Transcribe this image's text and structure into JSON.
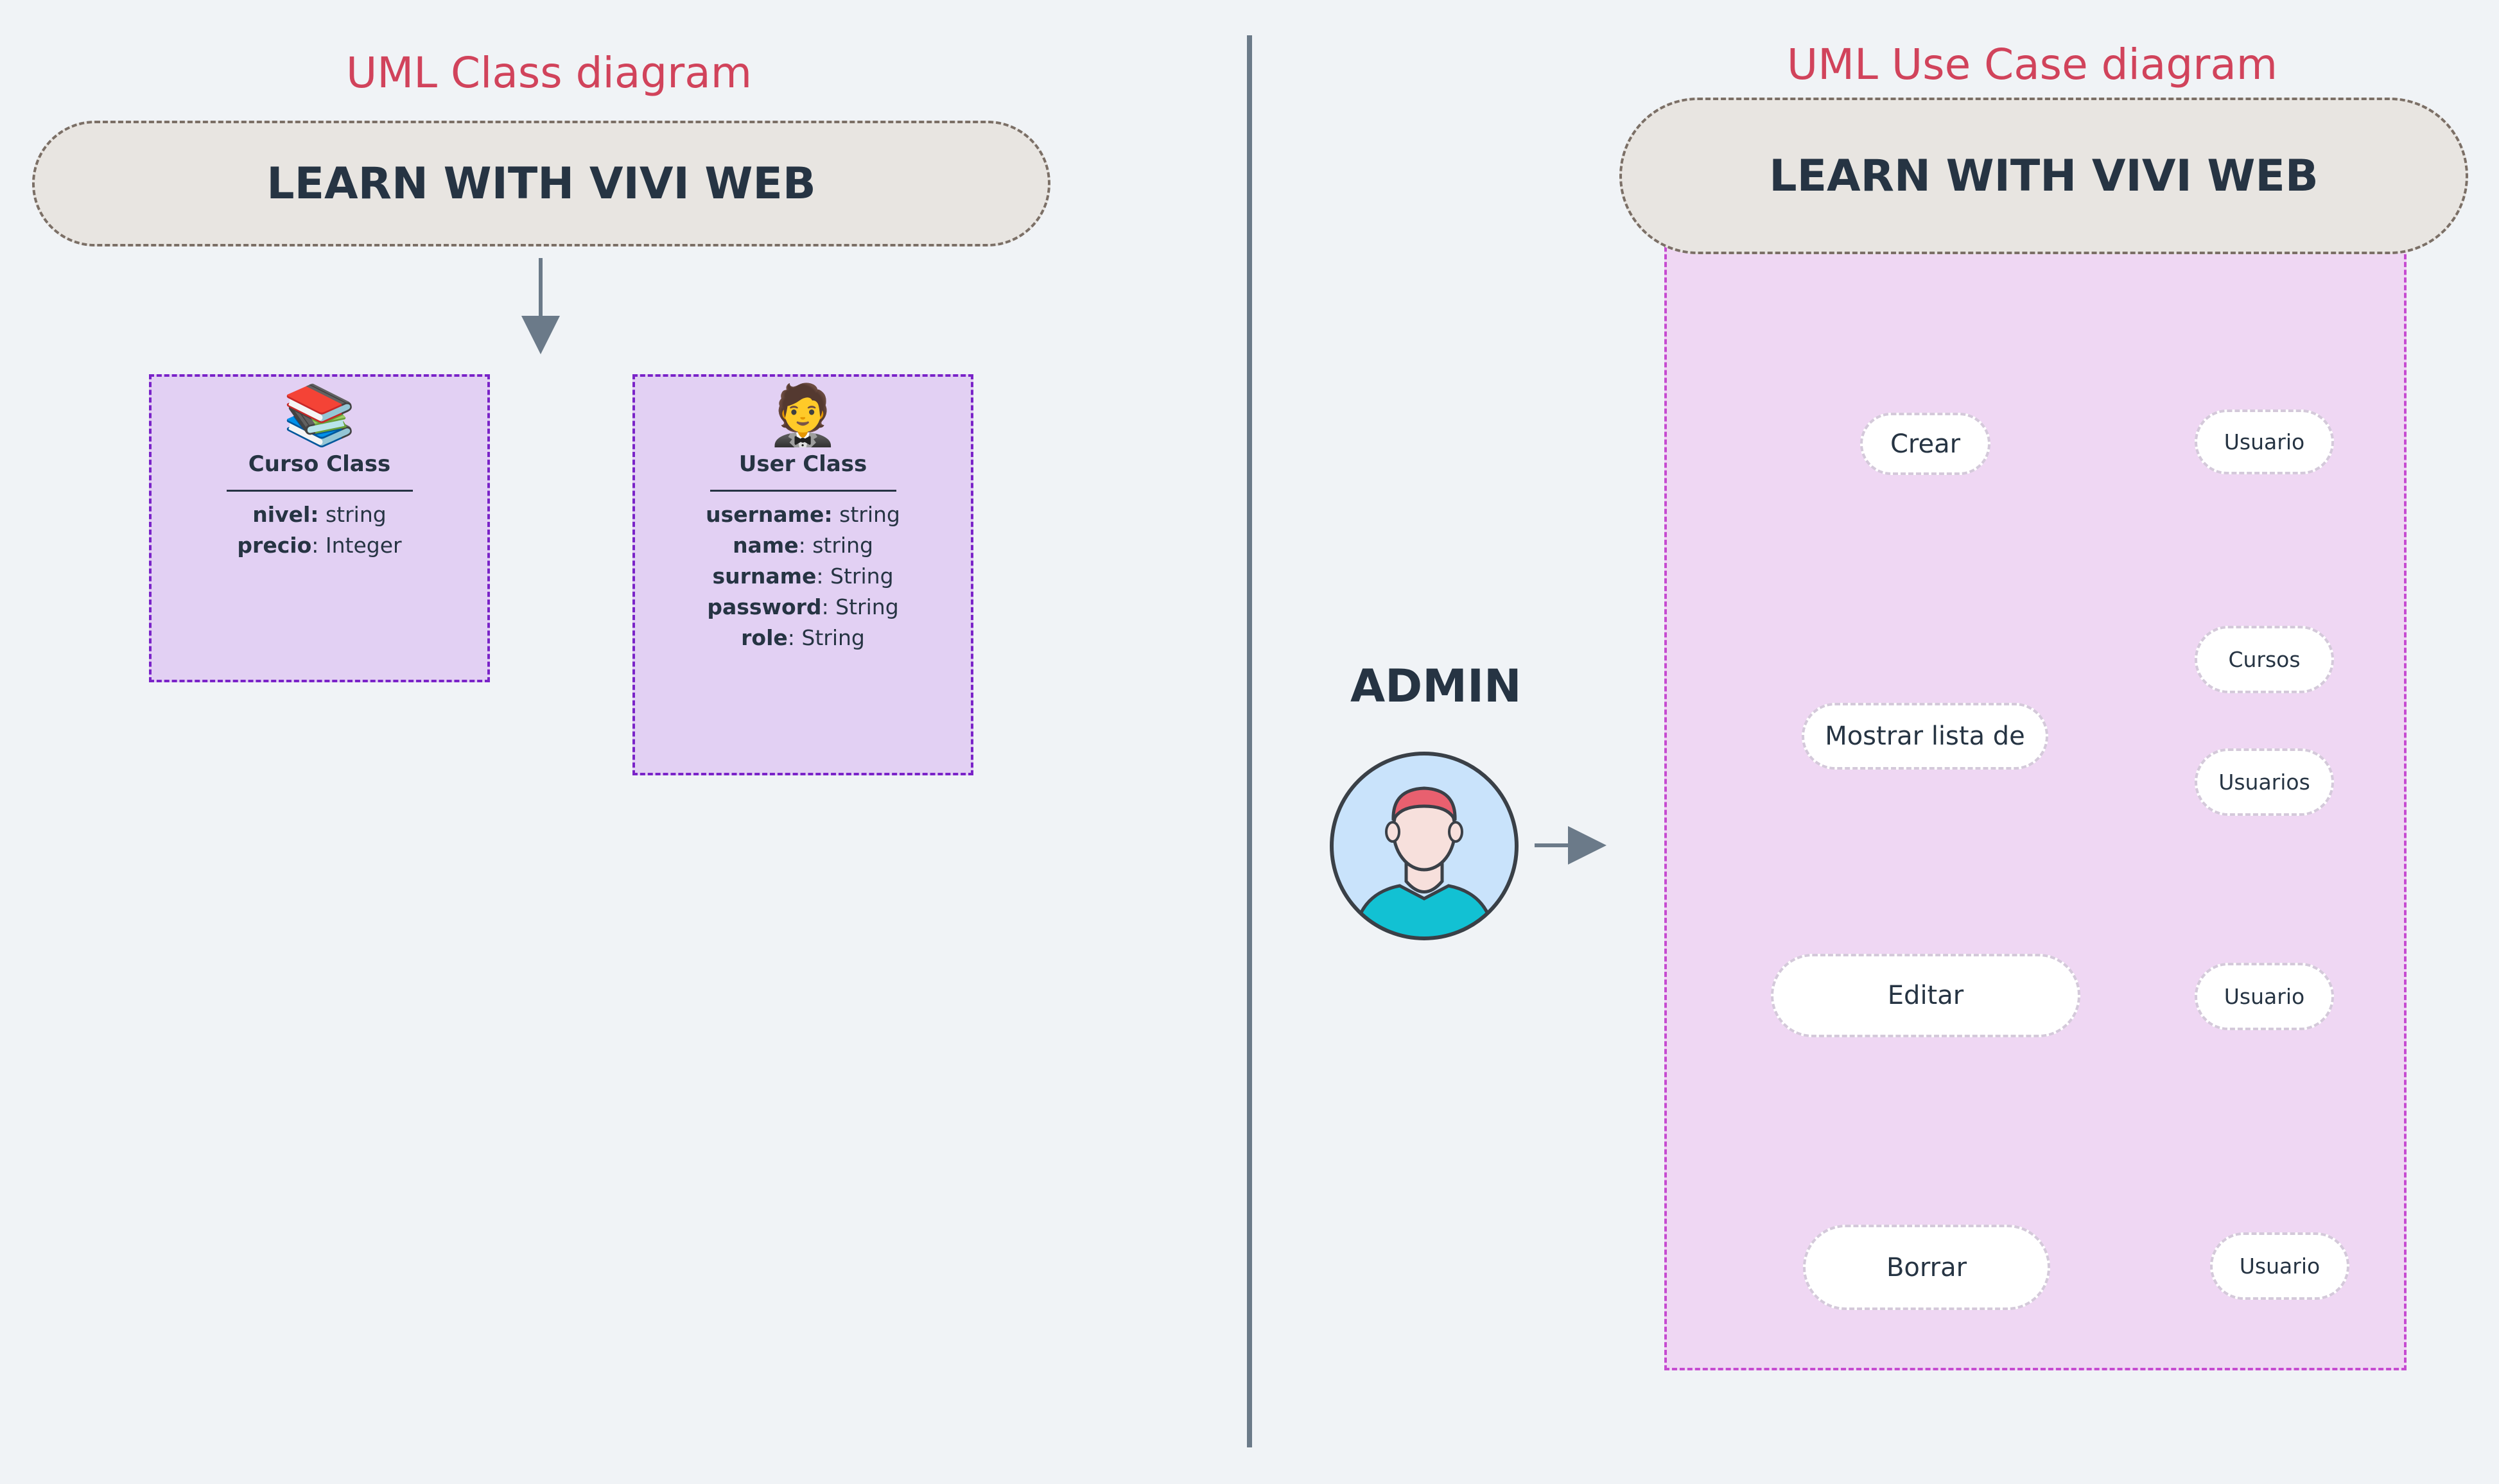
{
  "left": {
    "title": "UML Class diagram",
    "header": "LEARN WITH VIVI WEB",
    "classes": [
      {
        "emoji": "📚",
        "icon": "books-icon",
        "name": "Curso Class",
        "attrs": [
          {
            "name": "nivel:",
            "type": " string"
          },
          {
            "name": "precio",
            "type": ": Integer"
          }
        ]
      },
      {
        "emoji": "🤵",
        "icon": "person-in-tuxedo-icon",
        "name": "User Class",
        "attrs": [
          {
            "name": "username:",
            "type": " string"
          },
          {
            "name": "name",
            "type": ": string"
          },
          {
            "name": "surname",
            "type": ": String"
          },
          {
            "name": "password",
            "type": ": String"
          },
          {
            "name": "role",
            "type": ": String"
          }
        ]
      }
    ]
  },
  "right": {
    "title": "UML Use Case diagram",
    "header": "LEARN WITH VIVI WEB",
    "actor": "ADMIN",
    "use_cases": {
      "crear": "Crear",
      "crear_target": "Usuario",
      "mostrar": "Mostrar lista de",
      "mostrar_target_1": "Cursos",
      "mostrar_target_2": "Usuarios",
      "editar": "Editar",
      "editar_target": "Usuario",
      "borrar": "Borrar",
      "borrar_target": "Usuario"
    }
  },
  "colors": {
    "title": "#d1435b",
    "dark_text": "#263443",
    "class_fill": "#e2d0f3",
    "class_border": "#7a23c8",
    "usecase_fill": "#efd7f3",
    "usecase_border": "#c64bd1",
    "arrow": "#6b7a89"
  }
}
